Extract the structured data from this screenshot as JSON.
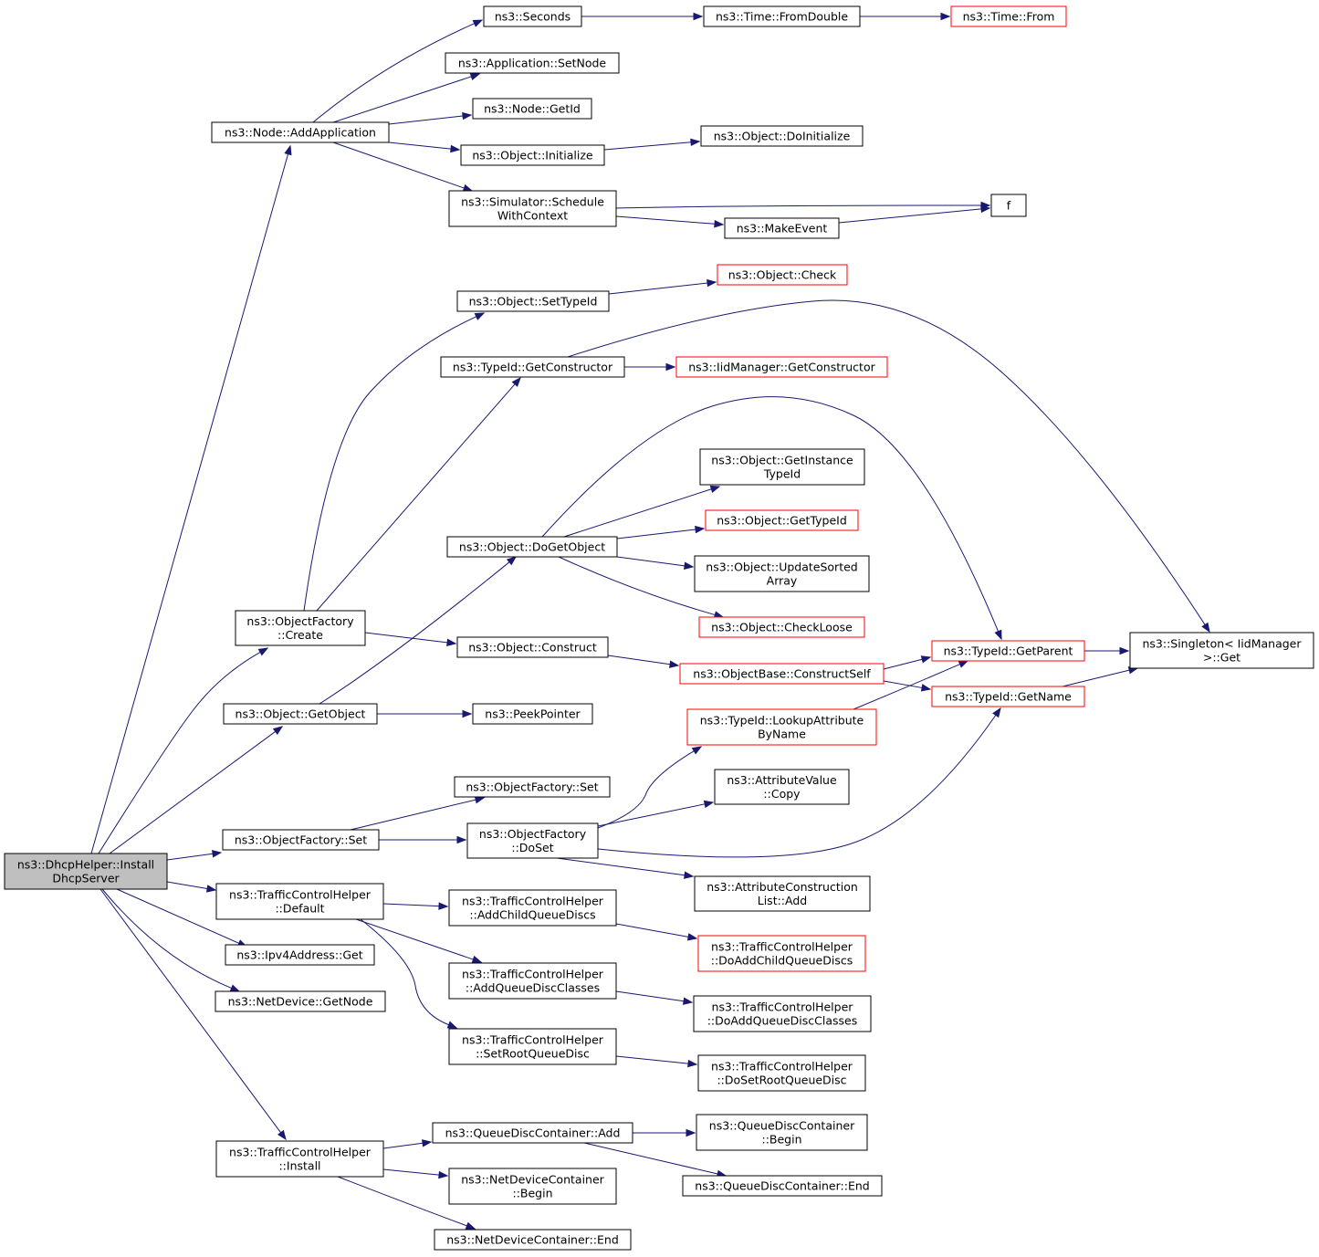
{
  "colors": {
    "edge": "#191970",
    "normal_border": "#000000",
    "truncated_border": "#ff0000",
    "root_fill": "#bfbfbf",
    "node_fill": "#ffffff"
  },
  "nodes": [
    {
      "id": "root",
      "lines": [
        "ns3::DhcpHelper::Install",
        "DhcpServer"
      ],
      "style": "root"
    },
    {
      "id": "addApplication",
      "lines": [
        "ns3::Node::AddApplication"
      ],
      "style": "normal"
    },
    {
      "id": "seconds",
      "lines": [
        "ns3::Seconds"
      ],
      "style": "normal"
    },
    {
      "id": "fromDouble",
      "lines": [
        "ns3::Time::FromDouble"
      ],
      "style": "normal"
    },
    {
      "id": "timeFrom",
      "lines": [
        "ns3::Time::From"
      ],
      "style": "truncated"
    },
    {
      "id": "appSetNode",
      "lines": [
        "ns3::Application::SetNode"
      ],
      "style": "normal"
    },
    {
      "id": "nodeGetId",
      "lines": [
        "ns3::Node::GetId"
      ],
      "style": "normal"
    },
    {
      "id": "objInitialize",
      "lines": [
        "ns3::Object::Initialize"
      ],
      "style": "normal"
    },
    {
      "id": "objDoInitialize",
      "lines": [
        "ns3::Object::DoInitialize"
      ],
      "style": "normal"
    },
    {
      "id": "schedWithContext",
      "lines": [
        "ns3::Simulator::Schedule",
        "WithContext"
      ],
      "style": "normal"
    },
    {
      "id": "f",
      "lines": [
        "f"
      ],
      "style": "normal"
    },
    {
      "id": "makeEvent",
      "lines": [
        "ns3::MakeEvent"
      ],
      "style": "normal"
    },
    {
      "id": "objSetTypeId",
      "lines": [
        "ns3::Object::SetTypeId"
      ],
      "style": "normal"
    },
    {
      "id": "objCheck",
      "lines": [
        "ns3::Object::Check"
      ],
      "style": "truncated"
    },
    {
      "id": "typeIdGetConstructor",
      "lines": [
        "ns3::TypeId::GetConstructor"
      ],
      "style": "normal"
    },
    {
      "id": "iidGetConstructor",
      "lines": [
        "ns3::IidManager::GetConstructor"
      ],
      "style": "truncated"
    },
    {
      "id": "getInstanceTypeId",
      "lines": [
        "ns3::Object::GetInstance",
        "TypeId"
      ],
      "style": "normal"
    },
    {
      "id": "objGetTypeId",
      "lines": [
        "ns3::Object::GetTypeId"
      ],
      "style": "truncated"
    },
    {
      "id": "objDoGetObject",
      "lines": [
        "ns3::Object::DoGetObject"
      ],
      "style": "normal"
    },
    {
      "id": "updateSortedArray",
      "lines": [
        "ns3::Object::UpdateSorted",
        "Array"
      ],
      "style": "normal"
    },
    {
      "id": "checkLoose",
      "lines": [
        "ns3::Object::CheckLoose"
      ],
      "style": "truncated"
    },
    {
      "id": "objFactoryCreate",
      "lines": [
        "ns3::ObjectFactory",
        "::Create"
      ],
      "style": "normal"
    },
    {
      "id": "objConstruct",
      "lines": [
        "ns3::Object::Construct"
      ],
      "style": "normal"
    },
    {
      "id": "typeIdGetParent",
      "lines": [
        "ns3::TypeId::GetParent"
      ],
      "style": "truncated"
    },
    {
      "id": "singletonGet",
      "lines": [
        "ns3::Singleton< IidManager",
        ">::Get"
      ],
      "style": "normal"
    },
    {
      "id": "constructSelf",
      "lines": [
        "ns3::ObjectBase::ConstructSelf"
      ],
      "style": "truncated"
    },
    {
      "id": "typeIdGetName",
      "lines": [
        "ns3::TypeId::GetName"
      ],
      "style": "truncated"
    },
    {
      "id": "objGetObject",
      "lines": [
        "ns3::Object::GetObject"
      ],
      "style": "normal"
    },
    {
      "id": "peekPointer",
      "lines": [
        "ns3::PeekPointer"
      ],
      "style": "normal"
    },
    {
      "id": "lookupAttribute",
      "lines": [
        "ns3::TypeId::LookupAttribute",
        "ByName"
      ],
      "style": "truncated"
    },
    {
      "id": "attrValueCopy",
      "lines": [
        "ns3::AttributeValue",
        "::Copy"
      ],
      "style": "normal"
    },
    {
      "id": "objFactorySetTop",
      "lines": [
        "ns3::ObjectFactory::Set"
      ],
      "style": "normal"
    },
    {
      "id": "objFactorySet",
      "lines": [
        "ns3::ObjectFactory::Set"
      ],
      "style": "normal"
    },
    {
      "id": "objFactoryDoSet",
      "lines": [
        "ns3::ObjectFactory",
        "::DoSet"
      ],
      "style": "normal"
    },
    {
      "id": "attrConstructionAdd",
      "lines": [
        "ns3::AttributeConstruction",
        "List::Add"
      ],
      "style": "normal"
    },
    {
      "id": "tchDefault",
      "lines": [
        "ns3::TrafficControlHelper",
        "::Default"
      ],
      "style": "normal"
    },
    {
      "id": "tchAddChildQD",
      "lines": [
        "ns3::TrafficControlHelper",
        "::AddChildQueueDiscs"
      ],
      "style": "normal"
    },
    {
      "id": "tchDoAddChildQD",
      "lines": [
        "ns3::TrafficControlHelper",
        "::DoAddChildQueueDiscs"
      ],
      "style": "truncated"
    },
    {
      "id": "ipv4Get",
      "lines": [
        "ns3::Ipv4Address::Get"
      ],
      "style": "normal"
    },
    {
      "id": "tchAddQDClasses",
      "lines": [
        "ns3::TrafficControlHelper",
        "::AddQueueDiscClasses"
      ],
      "style": "normal"
    },
    {
      "id": "netDevGetNode",
      "lines": [
        "ns3::NetDevice::GetNode"
      ],
      "style": "normal"
    },
    {
      "id": "tchDoAddQDClasses",
      "lines": [
        "ns3::TrafficControlHelper",
        "::DoAddQueueDiscClasses"
      ],
      "style": "normal"
    },
    {
      "id": "tchSetRootQD",
      "lines": [
        "ns3::TrafficControlHelper",
        "::SetRootQueueDisc"
      ],
      "style": "normal"
    },
    {
      "id": "tchDoSetRootQD",
      "lines": [
        "ns3::TrafficControlHelper",
        "::DoSetRootQueueDisc"
      ],
      "style": "normal"
    },
    {
      "id": "qdcAdd",
      "lines": [
        "ns3::QueueDiscContainer::Add"
      ],
      "style": "normal"
    },
    {
      "id": "qdcBegin",
      "lines": [
        "ns3::QueueDiscContainer",
        "::Begin"
      ],
      "style": "normal"
    },
    {
      "id": "tchInstall",
      "lines": [
        "ns3::TrafficControlHelper",
        "::Install"
      ],
      "style": "normal"
    },
    {
      "id": "qdcEnd",
      "lines": [
        "ns3::QueueDiscContainer::End"
      ],
      "style": "normal"
    },
    {
      "id": "ndcBegin",
      "lines": [
        "ns3::NetDeviceContainer",
        "::Begin"
      ],
      "style": "normal"
    },
    {
      "id": "ndcEnd",
      "lines": [
        "ns3::NetDeviceContainer::End"
      ],
      "style": "normal"
    }
  ],
  "edges": [
    [
      "root",
      "addApplication"
    ],
    [
      "root",
      "objFactoryCreate"
    ],
    [
      "root",
      "objGetObject"
    ],
    [
      "root",
      "objFactorySet"
    ],
    [
      "root",
      "tchDefault"
    ],
    [
      "root",
      "ipv4Get"
    ],
    [
      "root",
      "netDevGetNode"
    ],
    [
      "root",
      "tchInstall"
    ],
    [
      "addApplication",
      "seconds"
    ],
    [
      "addApplication",
      "appSetNode"
    ],
    [
      "addApplication",
      "nodeGetId"
    ],
    [
      "addApplication",
      "objInitialize"
    ],
    [
      "addApplication",
      "schedWithContext"
    ],
    [
      "seconds",
      "fromDouble"
    ],
    [
      "fromDouble",
      "timeFrom"
    ],
    [
      "objInitialize",
      "objDoInitialize"
    ],
    [
      "schedWithContext",
      "f"
    ],
    [
      "schedWithContext",
      "makeEvent"
    ],
    [
      "makeEvent",
      "f"
    ],
    [
      "objFactoryCreate",
      "objSetTypeId"
    ],
    [
      "objFactoryCreate",
      "typeIdGetConstructor"
    ],
    [
      "objFactoryCreate",
      "objConstruct"
    ],
    [
      "objSetTypeId",
      "objCheck"
    ],
    [
      "typeIdGetConstructor",
      "iidGetConstructor"
    ],
    [
      "typeIdGetConstructor",
      "singletonGet"
    ],
    [
      "objGetObject",
      "objDoGetObject"
    ],
    [
      "objGetObject",
      "peekPointer"
    ],
    [
      "objDoGetObject",
      "getInstanceTypeId"
    ],
    [
      "objDoGetObject",
      "objGetTypeId"
    ],
    [
      "objDoGetObject",
      "updateSortedArray"
    ],
    [
      "objDoGetObject",
      "checkLoose"
    ],
    [
      "objDoGetObject",
      "typeIdGetParent"
    ],
    [
      "objConstruct",
      "constructSelf"
    ],
    [
      "constructSelf",
      "typeIdGetParent"
    ],
    [
      "constructSelf",
      "typeIdGetName"
    ],
    [
      "typeIdGetParent",
      "singletonGet"
    ],
    [
      "typeIdGetName",
      "singletonGet"
    ],
    [
      "lookupAttribute",
      "typeIdGetParent"
    ],
    [
      "objFactorySet",
      "objFactorySetTop"
    ],
    [
      "objFactorySet",
      "objFactoryDoSet"
    ],
    [
      "objFactoryDoSet",
      "lookupAttribute"
    ],
    [
      "objFactoryDoSet",
      "attrValueCopy"
    ],
    [
      "objFactoryDoSet",
      "typeIdGetName"
    ],
    [
      "objFactoryDoSet",
      "attrConstructionAdd"
    ],
    [
      "tchDefault",
      "tchAddChildQD"
    ],
    [
      "tchDefault",
      "tchAddQDClasses"
    ],
    [
      "tchDefault",
      "tchSetRootQD"
    ],
    [
      "tchAddChildQD",
      "tchDoAddChildQD"
    ],
    [
      "tchAddQDClasses",
      "tchDoAddQDClasses"
    ],
    [
      "tchSetRootQD",
      "tchDoSetRootQD"
    ],
    [
      "tchInstall",
      "qdcAdd"
    ],
    [
      "tchInstall",
      "ndcBegin"
    ],
    [
      "tchInstall",
      "ndcEnd"
    ],
    [
      "qdcAdd",
      "qdcBegin"
    ],
    [
      "qdcAdd",
      "qdcEnd"
    ]
  ]
}
